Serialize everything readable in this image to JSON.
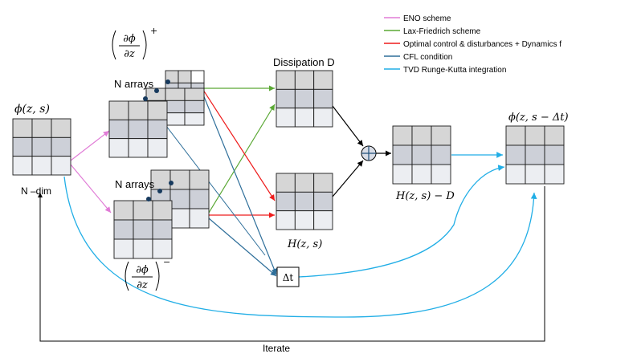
{
  "legend": [
    {
      "label": "ENO scheme",
      "color": "#e07bd6"
    },
    {
      "label": "Lax-Friedrich scheme",
      "color": "#5aa834"
    },
    {
      "label": "Optimal control & disturbances + Dynamics f",
      "color": "#ee1c1c"
    },
    {
      "label": "CFL condition",
      "color": "#2f6f9a"
    },
    {
      "label": "TVD Runge-Kutta integration",
      "color": "#21aee6"
    }
  ],
  "labels": {
    "phi_input": "ϕ(z, s)",
    "n_dim": "N –dim",
    "n_arrays_top": "N arrays",
    "n_arrays_bottom": "N arrays",
    "dphi_plus_num": "∂ϕ",
    "dphi_plus_den": "∂z",
    "dphi_plus_sup": "+",
    "dphi_minus_num": "∂ϕ",
    "dphi_minus_den": "∂z",
    "dphi_minus_sup": "−",
    "dissipation": "Dissipation D",
    "hamiltonian": "H(z, s)",
    "h_minus_d": "H(z, s) − D",
    "phi_output": "ϕ(z, s − Δt)",
    "delta_t": "Δt",
    "iterate": "Iterate",
    "sum_symbol": "+"
  }
}
